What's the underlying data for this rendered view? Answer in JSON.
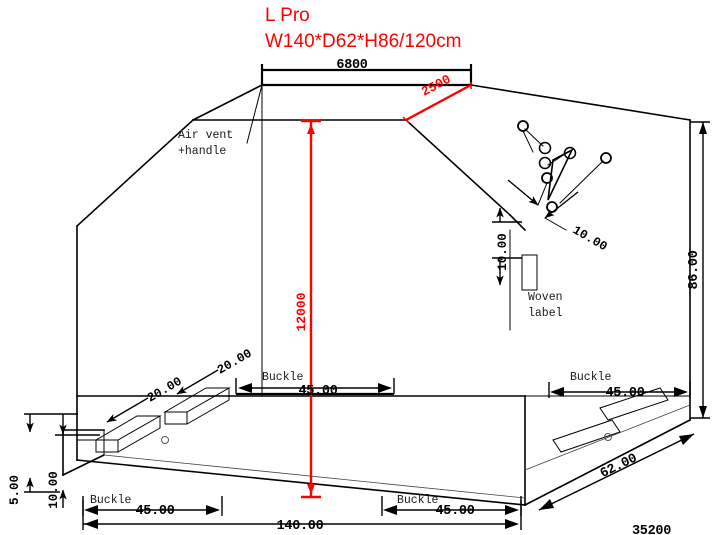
{
  "drawing": {
    "title_line1": "L Pro",
    "title_line2": "W140*D62*H86/120cm",
    "title_color": "#fe0000",
    "background_color": "#ffffff",
    "line_color": "#000000"
  },
  "annotations": {
    "air_vent_line1": "Air vent",
    "air_vent_line2": "+handle",
    "woven_label_line1": "Woven",
    "woven_label_line2": "label",
    "buckle_top_left": "Buckle",
    "buckle_top_right": "Buckle",
    "buckle_bottom_left": "Buckle",
    "buckle_bottom_right": "Buckle"
  },
  "dimensions": {
    "top_width": "6800",
    "diagonal_red": "2500",
    "vertical_red": "12000",
    "right_height": "86.00",
    "depth_diagonal": "62.00",
    "overall_width": "140.00",
    "buckle_top_left": "45.00",
    "buckle_top_right": "45.00",
    "buckle_bottom_left": "45.00",
    "buckle_bottom_right": "45.00",
    "strap_left_a": "20.00",
    "strap_left_b": "20.00",
    "hardware_right": "10.00",
    "woven_label_height": "10.00",
    "bottom_left_small": "5.00",
    "bottom_left_mid": "10.00",
    "footer_number": "35200"
  }
}
